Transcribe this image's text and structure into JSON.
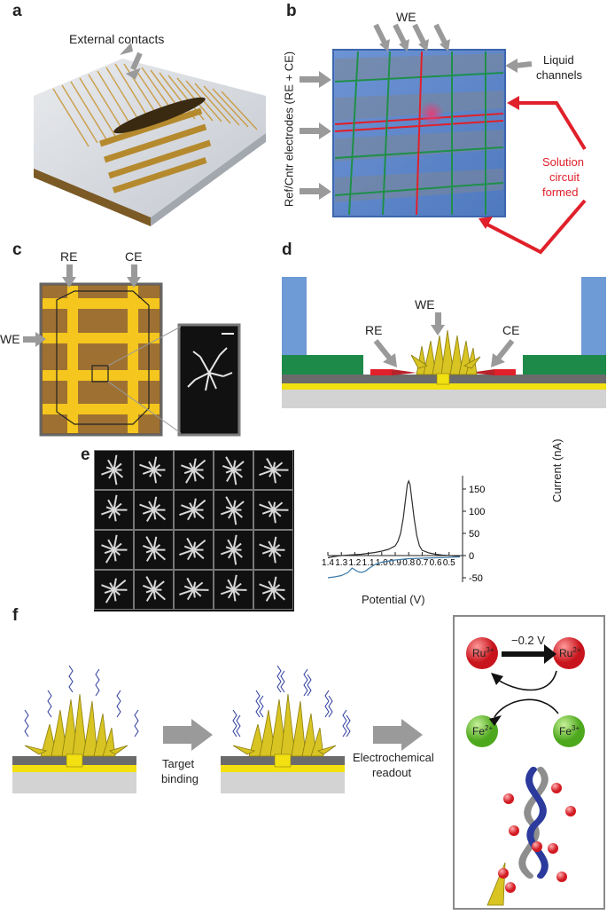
{
  "panels": {
    "a": {
      "letter": "a",
      "label": "External contacts"
    },
    "b": {
      "letter": "b",
      "we_label": "WE",
      "ref_label": "Ref/Cntr electrodes (RE + CE)",
      "liquid_label_1": "Liquid",
      "liquid_label_2": "channels",
      "solution_1": "Solution",
      "solution_2": "circuit",
      "solution_3": "formed"
    },
    "c": {
      "letter": "c",
      "re_label": "RE",
      "ce_label": "CE",
      "we_label": "WE"
    },
    "d": {
      "letter": "d",
      "we_label": "WE",
      "re_label": "RE",
      "ce_label": "CE"
    },
    "e": {
      "letter": "e",
      "xlabel": "Potential (V)",
      "ylabel": "Current (nA)"
    },
    "f": {
      "letter": "f",
      "step1_1": "Target",
      "step1_2": "binding",
      "step2_1": "Electrochemical",
      "step2_2": "readout",
      "ru3": "Ru",
      "ru3_sup": "3+",
      "ru2": "Ru",
      "ru2_sup": "2+",
      "fe2": "Fe",
      "fe2_sup": "2+",
      "fe3": "Fe",
      "fe3_sup": "3+",
      "voltage": "−0.2 V"
    }
  },
  "colors": {
    "gold": "#f2d21a",
    "blue_panel": "#5b86c9",
    "green_layer": "#1e8a4a",
    "red_electrode": "#e0202a",
    "gray_arrow": "#9a9a9a",
    "cv_curve": "#3d7aa8"
  },
  "chart_data": {
    "type": "line",
    "title": "",
    "xlabel": "Potential (V)",
    "ylabel": "Current (nA)",
    "xlim": [
      1.4,
      0.4
    ],
    "ylim": [
      -60,
      180
    ],
    "x_ticks": [
      1.4,
      1.3,
      1.2,
      1.1,
      1.0,
      0.9,
      0.8,
      0.7,
      0.6,
      0.5
    ],
    "y_ticks": [
      -50,
      0,
      50,
      100,
      150
    ],
    "series": [
      {
        "x": [
          1.4,
          1.35,
          1.3,
          1.25,
          1.2,
          1.15,
          1.1,
          1.05,
          1.0,
          0.95,
          0.9,
          0.88,
          0.86,
          0.84,
          0.82,
          0.81,
          0.8,
          0.79,
          0.78,
          0.76,
          0.74,
          0.72,
          0.7,
          0.65,
          0.6,
          0.55,
          0.5,
          0.45,
          0.42
        ],
        "y": [
          -5,
          -2,
          0,
          1,
          2,
          3,
          5,
          7,
          10,
          14,
          22,
          32,
          50,
          85,
          135,
          160,
          168,
          160,
          135,
          85,
          45,
          22,
          12,
          6,
          3,
          1,
          0,
          -1,
          -2
        ]
      },
      {
        "x": [
          0.42,
          0.5,
          0.6,
          0.7,
          0.8,
          0.9,
          1.0,
          1.05,
          1.1,
          1.12,
          1.15,
          1.18,
          1.2,
          1.22,
          1.25,
          1.3,
          1.35,
          1.4
        ],
        "y": [
          -3,
          -4,
          -5,
          -6,
          -7,
          -10,
          -15,
          -20,
          -30,
          -35,
          -38,
          -36,
          -32,
          -28,
          -38,
          -45,
          -48,
          -50
        ]
      }
    ]
  }
}
